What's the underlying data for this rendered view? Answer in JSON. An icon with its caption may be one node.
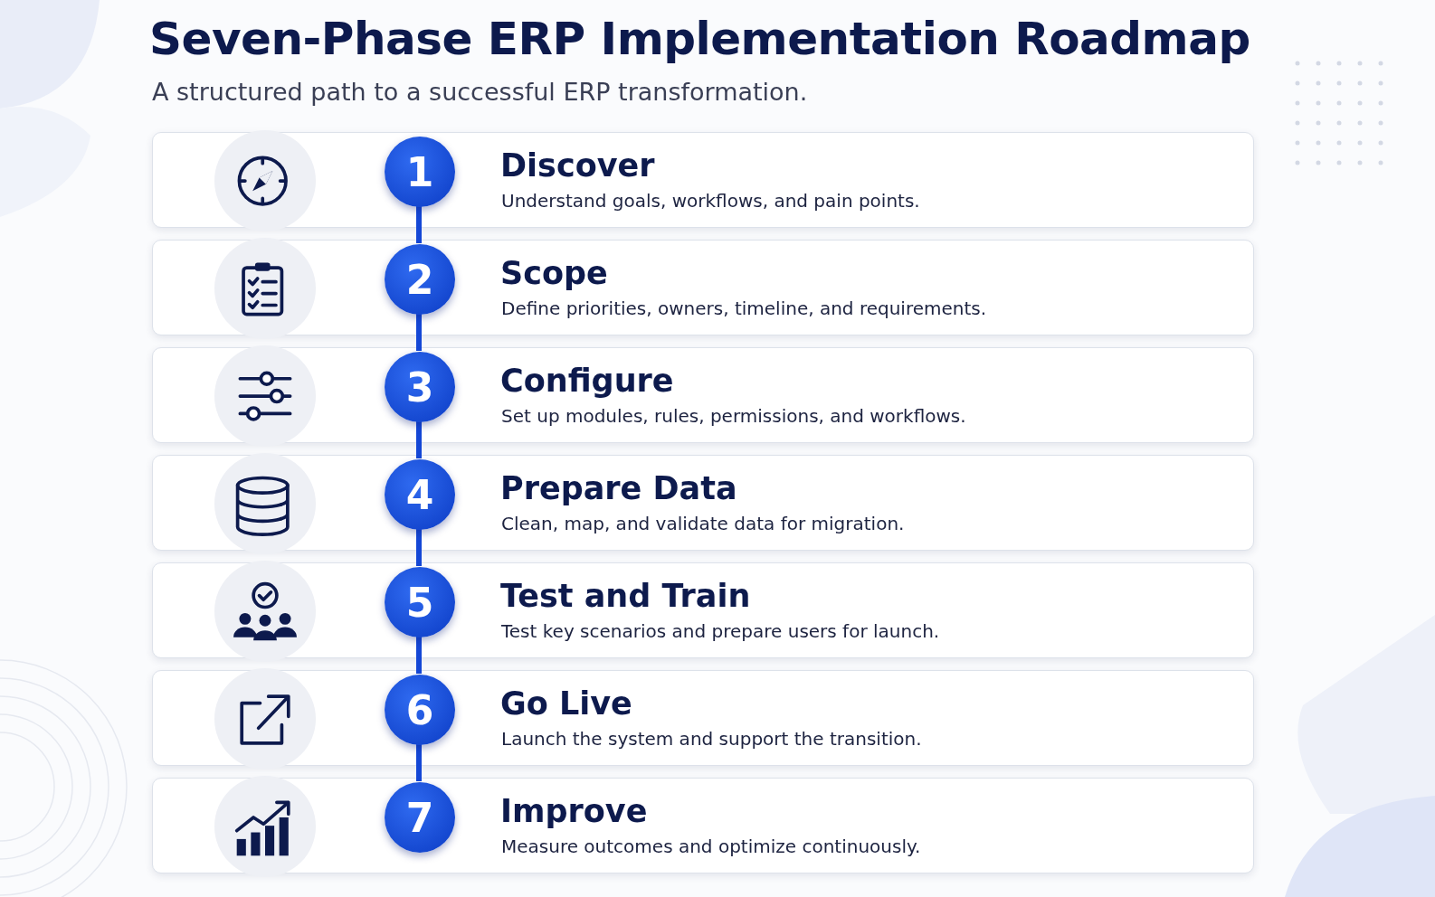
{
  "diagram": {
    "title": "Seven-Phase ERP Implementation Roadmap",
    "caption": "A structured path to a successful ERP transformation.",
    "nodes": [
      {
        "text": [
          "Discover",
          "Understand goals, workflows, and pain points."
        ]
      },
      {
        "text": [
          "1"
        ],
        "in": 0
      },
      {
        "text": [
          "Scope",
          "Define priorities, owners, timeline, and requirements."
        ]
      },
      {
        "text": [
          "2"
        ],
        "in": 2
      },
      {
        "text": [
          "Configure",
          "Set up modules, rules, permissions, and workflows."
        ]
      },
      {
        "text": [
          "3"
        ],
        "in": 4
      },
      {
        "text": [
          "Prepare Data",
          "Clean, map, and validate data for migration."
        ]
      },
      {
        "text": [
          "4"
        ],
        "in": 6
      },
      {
        "text": [
          "Test and Train",
          "Test key scenarios and prepare users for launch."
        ]
      },
      {
        "text": [
          "5"
        ],
        "in": 8
      },
      {
        "text": [
          "Go Live",
          "Launch the system and support the transition."
        ]
      },
      {
        "text": [
          "6"
        ],
        "in": 10
      },
      {
        "text": [
          "Improve",
          "Measure outcomes and optimize continuously."
        ]
      },
      {
        "text": [
          "7"
        ],
        "in": 12
      }
    ],
    "edges": [
      {
        "from": 1,
        "to": 3,
        "arrow": "none"
      },
      {
        "from": 3,
        "to": 5,
        "arrow": "none"
      },
      {
        "from": 5,
        "to": 7,
        "arrow": "none"
      },
      {
        "from": 7,
        "to": 9,
        "arrow": "none"
      },
      {
        "from": 9,
        "to": 11,
        "arrow": "none"
      },
      {
        "from": 11,
        "to": 13,
        "arrow": "none"
      }
    ]
  }
}
